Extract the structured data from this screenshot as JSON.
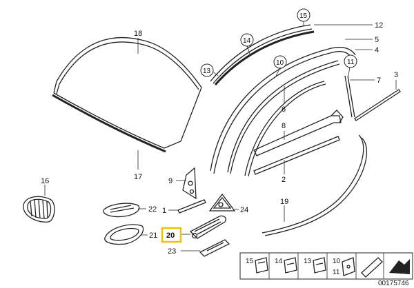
{
  "diagram": {
    "labels": {
      "p1": "1",
      "p2": "2",
      "p3": "3",
      "p4": "4",
      "p5": "5",
      "p6": "6",
      "p7": "7",
      "p8": "8",
      "p9": "9",
      "p10": "10",
      "p11": "11",
      "p12": "12",
      "p13": "13",
      "p14": "14",
      "p15": "15",
      "p16": "16",
      "p17": "17",
      "p18": "18",
      "p19": "19",
      "p20": "20",
      "p21": "21",
      "p22": "22",
      "p23": "23",
      "p24": "24"
    },
    "legend_labels": [
      "15",
      "14",
      "13",
      "10",
      "11"
    ],
    "doc_number": "00175746",
    "highlight_color": "#f2c200"
  }
}
